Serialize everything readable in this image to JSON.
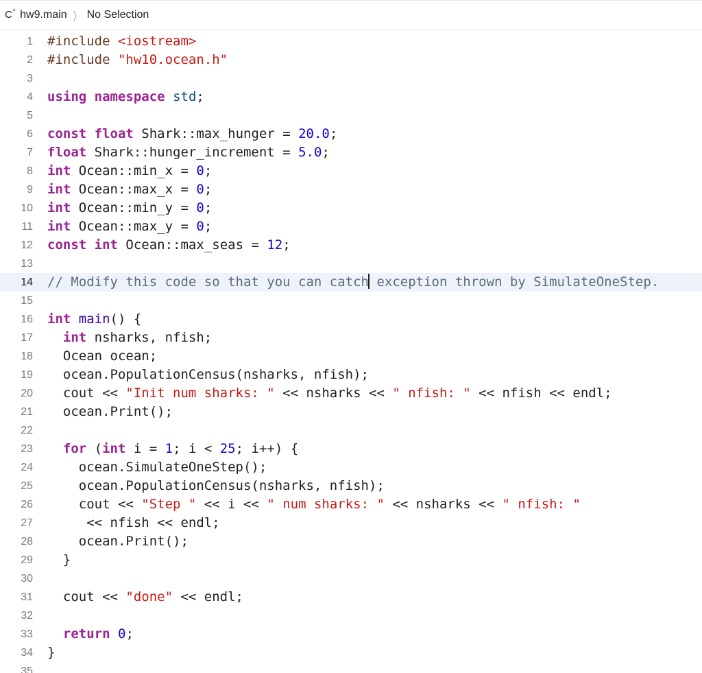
{
  "jump_bar": {
    "file_icon": "C",
    "file_icon_suffix": "+",
    "file_name": "hw9.main",
    "separator_icon": "chevron-right-icon",
    "selection": "No Selection"
  },
  "editor": {
    "current_line": 14,
    "lines": [
      {
        "n": "1",
        "tokens": [
          {
            "t": "#include ",
            "c": "pp"
          },
          {
            "t": "<iostream>",
            "c": "str"
          }
        ]
      },
      {
        "n": "2",
        "tokens": [
          {
            "t": "#include ",
            "c": "pp"
          },
          {
            "t": "\"hw10.ocean.h\"",
            "c": "str"
          }
        ]
      },
      {
        "n": "3",
        "tokens": []
      },
      {
        "n": "4",
        "tokens": [
          {
            "t": "using",
            "c": "kw"
          },
          {
            "t": " "
          },
          {
            "t": "namespace",
            "c": "kw"
          },
          {
            "t": " "
          },
          {
            "t": "std",
            "c": "ty"
          },
          {
            "t": ";"
          }
        ]
      },
      {
        "n": "5",
        "tokens": []
      },
      {
        "n": "6",
        "tokens": [
          {
            "t": "const",
            "c": "kw"
          },
          {
            "t": " "
          },
          {
            "t": "float",
            "c": "kw"
          },
          {
            "t": " Shark::max_hunger = "
          },
          {
            "t": "20.0",
            "c": "num"
          },
          {
            "t": ";"
          }
        ]
      },
      {
        "n": "7",
        "tokens": [
          {
            "t": "float",
            "c": "kw"
          },
          {
            "t": " Shark::hunger_increment = "
          },
          {
            "t": "5.0",
            "c": "num"
          },
          {
            "t": ";"
          }
        ]
      },
      {
        "n": "8",
        "tokens": [
          {
            "t": "int",
            "c": "kw"
          },
          {
            "t": " Ocean::min_x = "
          },
          {
            "t": "0",
            "c": "num"
          },
          {
            "t": ";"
          }
        ]
      },
      {
        "n": "9",
        "tokens": [
          {
            "t": "int",
            "c": "kw"
          },
          {
            "t": " Ocean::max_x = "
          },
          {
            "t": "0",
            "c": "num"
          },
          {
            "t": ";"
          }
        ]
      },
      {
        "n": "10",
        "tokens": [
          {
            "t": "int",
            "c": "kw"
          },
          {
            "t": " Ocean::min_y = "
          },
          {
            "t": "0",
            "c": "num"
          },
          {
            "t": ";"
          }
        ]
      },
      {
        "n": "11",
        "tokens": [
          {
            "t": "int",
            "c": "kw"
          },
          {
            "t": " Ocean::max_y = "
          },
          {
            "t": "0",
            "c": "num"
          },
          {
            "t": ";"
          }
        ]
      },
      {
        "n": "12",
        "tokens": [
          {
            "t": "const",
            "c": "kw"
          },
          {
            "t": " "
          },
          {
            "t": "int",
            "c": "kw"
          },
          {
            "t": " Ocean::max_seas = "
          },
          {
            "t": "12",
            "c": "num"
          },
          {
            "t": ";"
          }
        ]
      },
      {
        "n": "13",
        "tokens": []
      },
      {
        "n": "14",
        "tokens": [
          {
            "t": "// Modify this code so that you can catch",
            "c": "cmt"
          },
          {
            "cursor": true
          },
          {
            "t": " exception thrown by SimulateOneStep.",
            "c": "cmt"
          }
        ]
      },
      {
        "n": "15",
        "tokens": []
      },
      {
        "n": "16",
        "tokens": [
          {
            "t": "int",
            "c": "kw"
          },
          {
            "t": " "
          },
          {
            "t": "main",
            "c": "fn"
          },
          {
            "t": "() {"
          }
        ]
      },
      {
        "n": "17",
        "tokens": [
          {
            "t": "  "
          },
          {
            "t": "int",
            "c": "kw"
          },
          {
            "t": " nsharks, nfish;"
          }
        ]
      },
      {
        "n": "18",
        "tokens": [
          {
            "t": "  Ocean ocean;"
          }
        ]
      },
      {
        "n": "19",
        "tokens": [
          {
            "t": "  ocean.PopulationCensus(nsharks, nfish);"
          }
        ]
      },
      {
        "n": "20",
        "tokens": [
          {
            "t": "  cout << "
          },
          {
            "t": "\"Init num sharks: \"",
            "c": "str"
          },
          {
            "t": " << nsharks << "
          },
          {
            "t": "\" nfish: \"",
            "c": "str"
          },
          {
            "t": " << nfish << endl;"
          }
        ]
      },
      {
        "n": "21",
        "tokens": [
          {
            "t": "  ocean.Print();"
          }
        ]
      },
      {
        "n": "22",
        "tokens": []
      },
      {
        "n": "23",
        "tokens": [
          {
            "t": "  "
          },
          {
            "t": "for",
            "c": "kw"
          },
          {
            "t": " ("
          },
          {
            "t": "int",
            "c": "kw"
          },
          {
            "t": " i = "
          },
          {
            "t": "1",
            "c": "num"
          },
          {
            "t": "; i < "
          },
          {
            "t": "25",
            "c": "num"
          },
          {
            "t": "; i++) {"
          }
        ]
      },
      {
        "n": "24",
        "tokens": [
          {
            "t": "    ocean.SimulateOneStep();"
          }
        ]
      },
      {
        "n": "25",
        "tokens": [
          {
            "t": "    ocean.PopulationCensus(nsharks, nfish);"
          }
        ]
      },
      {
        "n": "26",
        "tokens": [
          {
            "t": "    cout << "
          },
          {
            "t": "\"Step \"",
            "c": "str"
          },
          {
            "t": " << i << "
          },
          {
            "t": "\" num sharks: \"",
            "c": "str"
          },
          {
            "t": " << nsharks << "
          },
          {
            "t": "\" nfish: \"",
            "c": "str"
          }
        ]
      },
      {
        "n": "27",
        "tokens": [
          {
            "t": "     << nfish << endl;"
          }
        ]
      },
      {
        "n": "28",
        "tokens": [
          {
            "t": "    ocean.Print();"
          }
        ]
      },
      {
        "n": "29",
        "tokens": [
          {
            "t": "  }"
          }
        ]
      },
      {
        "n": "30",
        "tokens": []
      },
      {
        "n": "31",
        "tokens": [
          {
            "t": "  cout << "
          },
          {
            "t": "\"done\"",
            "c": "str"
          },
          {
            "t": " << endl;"
          }
        ]
      },
      {
        "n": "32",
        "tokens": []
      },
      {
        "n": "33",
        "tokens": [
          {
            "t": "  "
          },
          {
            "t": "return",
            "c": "kw"
          },
          {
            "t": " "
          },
          {
            "t": "0",
            "c": "num"
          },
          {
            "t": ";"
          }
        ]
      },
      {
        "n": "34",
        "tokens": [
          {
            "t": "}"
          }
        ]
      },
      {
        "n": "35",
        "tokens": []
      }
    ]
  },
  "colors": {
    "keyword": "#9b2393",
    "string": "#c41a16",
    "number": "#1c00cf",
    "comment": "#5d6c79",
    "function": "#3900a0",
    "preprocessor": "#643820",
    "type": "#0b4f79",
    "current_line_highlight": "#eef3fb"
  }
}
